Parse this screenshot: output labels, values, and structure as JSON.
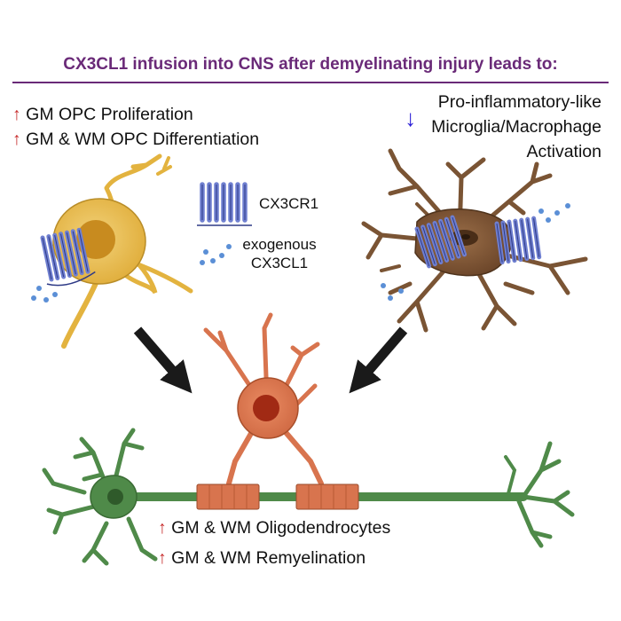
{
  "title": "CX3CL1 infusion into CNS after demyelinating injury leads to:",
  "left_effects": {
    "line1": "GM OPC Proliferation",
    "line2": "GM & WM OPC Differentiation"
  },
  "right_effects": {
    "line1": "Pro-inflammatory-like",
    "line2": "Microglia/Macrophage",
    "line3": "Activation"
  },
  "legend": {
    "receptor": "CX3CR1",
    "ligand_line1": "exogenous",
    "ligand_line2": "CX3CL1"
  },
  "outcomes": {
    "line1": "GM & WM Oligodendrocytes",
    "line2": "GM & WM Remyelination"
  },
  "colors": {
    "title": "#6a2a78",
    "increase_arrow": "#c62828",
    "decrease_arrow": "#2b1fd6",
    "opc": "#e6b949",
    "microglia": "#7a5434",
    "oligodendrocyte": "#d8744e",
    "neuron": "#4f8a49",
    "receptor": "#6f7fd0"
  },
  "glyphs": {
    "up": "↑",
    "down": "↓"
  }
}
